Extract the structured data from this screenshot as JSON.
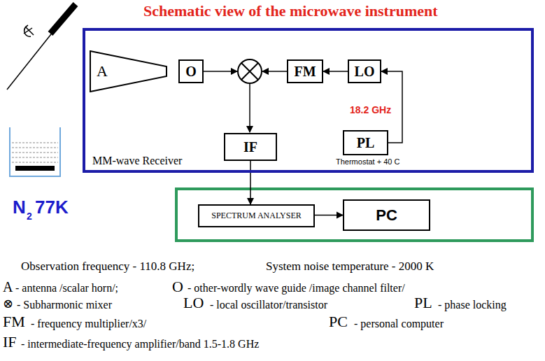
{
  "diagram": {
    "title": "Schematic view of the microwave instrument",
    "nodes": [
      {
        "text": [
          "MM-wave Receiver"
        ]
      },
      {
        "text": [
          "A"
        ],
        "in": 0
      },
      {
        "text": [
          "O"
        ],
        "in": 0
      },
      {
        "text": [
          "FM"
        ],
        "in": 0
      },
      {
        "text": [
          "LO"
        ],
        "in": 0
      },
      {
        "text": [
          "IF"
        ],
        "in": 0
      },
      {
        "text": [
          "PL"
        ],
        "in": 0
      },
      {
        "text": [
          "SPECTRUM ANALYSER"
        ]
      },
      {
        "text": [
          "PC"
        ]
      }
    ],
    "edges": [
      {
        "from": 4,
        "to": 3,
        "arrow": "to"
      },
      {
        "from": 6,
        "to": 4,
        "arrow": "to"
      },
      {
        "from": 5,
        "to": 7,
        "arrow": "to"
      },
      {
        "from": 7,
        "to": 8,
        "arrow": "to"
      }
    ],
    "labels": [
      "18.2 GHz",
      "Thermostat + 40 C",
      "N",
      "2",
      "77K",
      "Observation frequency - 110.8 GHz;",
      "System noise temperature - 2000 K",
      "A",
      "- antenna /scalar horn/;",
      "O",
      "- other-wordly wave guide /image channel filter/",
      "⊗",
      "- Subharmonic mixer",
      "LO",
      "- local oscillator/transistor",
      "PL",
      "- phase locking",
      "FM",
      "- frequency multiplier/x3/",
      "PC",
      "- personal computer",
      "IF",
      "- intermediate-frequency amplifier/band 1.5-1.8 GHz"
    ]
  }
}
